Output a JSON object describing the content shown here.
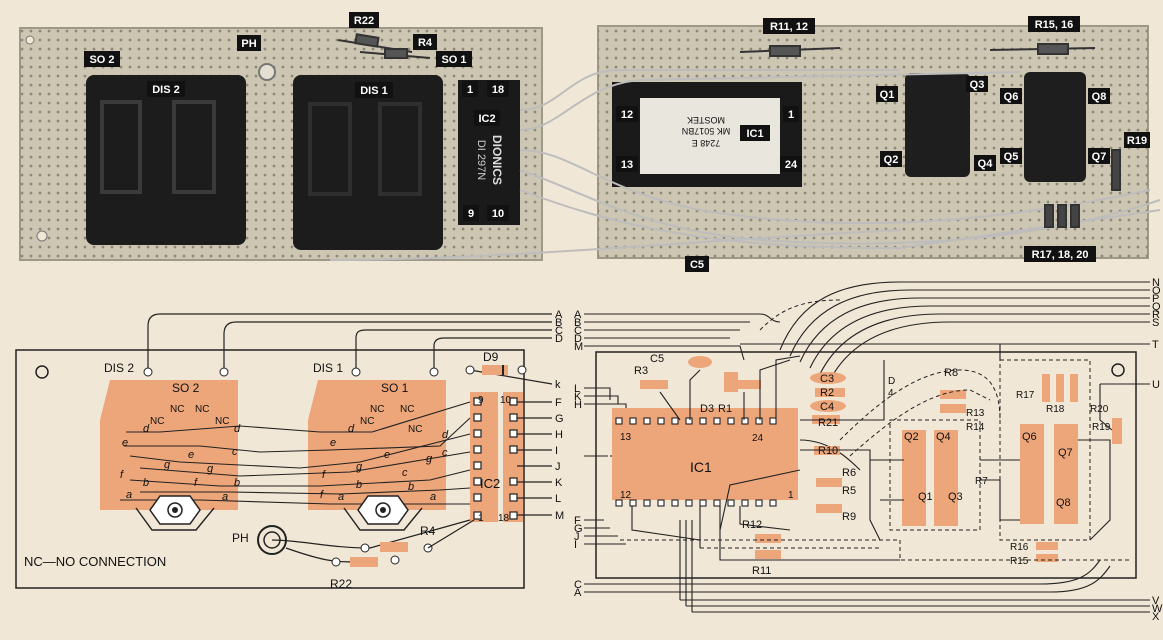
{
  "photo": {
    "callouts": {
      "r22": "R22",
      "ph": "PH",
      "r4": "R4",
      "so2": "SO 2",
      "so1": "SO 1",
      "dis2": "DIS 2",
      "dis1": "DIS 1",
      "ic2_pin1": "1",
      "ic2_pin18": "18",
      "ic2": "IC2",
      "ic2_pin9": "9",
      "ic2_pin10": "10",
      "r11_12": "R11, 12",
      "r15_16": "R15, 16",
      "ic1_pin12": "12",
      "ic1_pin1": "1",
      "ic1": "IC1",
      "ic1_pin13": "13",
      "ic1_pin24": "24",
      "q1": "Q1",
      "q3": "Q3",
      "q2": "Q2",
      "q4": "Q4",
      "q6": "Q6",
      "q8": "Q8",
      "q5": "Q5",
      "q7": "Q7",
      "r19": "R19",
      "c5": "C5",
      "r17_18_20": "R17, 18, 20"
    },
    "chip_text": {
      "ic2": "DIONICS",
      "ic2_part": "DI 297N",
      "ic1_l1": "MOSTEK",
      "ic1_l2": "MK 5017BN",
      "ic1_l3": "7248 E"
    }
  },
  "diagram": {
    "note": "NC—NO CONNECTION",
    "left": {
      "dis2": "DIS 2",
      "dis1": "DIS 1",
      "so2": "SO 2",
      "so1": "SO 1",
      "nc": "NC",
      "d9": "D9",
      "ic2": "IC2",
      "ph": "PH",
      "r4": "R4",
      "r22": "R22",
      "pin9": "9",
      "pin10": "10",
      "pin1": "1",
      "pin18": "18",
      "segs": {
        "a": "a",
        "b": "b",
        "c": "c",
        "d": "d",
        "e": "e",
        "f": "f",
        "g": "g"
      }
    },
    "right": {
      "ic1": "IC1",
      "pin13": "13",
      "pin24": "24",
      "pin12": "12",
      "pin1": "1",
      "c5": "C5",
      "r3": "R3",
      "d3": "D3",
      "r1": "R1",
      "c3": "C3",
      "r2": "R2",
      "c4": "C4",
      "d": "D",
      "four": "4",
      "r21": "R21",
      "r10": "R10",
      "r6": "R6",
      "r5": "R5",
      "r9": "R9",
      "r12": "R12",
      "r11": "R11",
      "r8": "R8",
      "r13": "R13",
      "r14": "R14",
      "q2": "Q2",
      "q1": "Q1",
      "q4": "Q4",
      "q3": "Q3",
      "r7": "R7",
      "r17": "R17",
      "r18": "R18",
      "r20": "R20",
      "r19": "R19",
      "q6": "Q6",
      "q7": "Q7",
      "q8": "Q8",
      "r16": "R16",
      "r15": "R15"
    },
    "bus_letters": {
      "a": "A",
      "b": "B",
      "c": "C",
      "d": "D",
      "k": "k",
      "f": "F",
      "g": "G",
      "h": "H",
      "i": "I",
      "j": "J",
      "kk": "K",
      "l": "L",
      "m": "M",
      "n": "N",
      "o": "O",
      "p": "P",
      "q": "Q",
      "r": "R",
      "s": "S",
      "t": "T",
      "u": "U",
      "v": "V",
      "w": "W",
      "x": "X"
    },
    "colors": {
      "copper": "#eda67a",
      "board_outline": "#222222",
      "photo_board": "#d8d0bd"
    }
  }
}
